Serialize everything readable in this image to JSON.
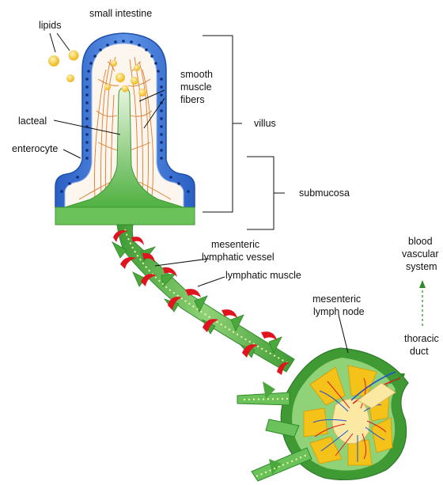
{
  "labels": {
    "small_intestine": "small intestine",
    "lipids": "lipids",
    "smooth_muscle_fibers": [
      "smooth",
      "muscle",
      "fibers"
    ],
    "lacteal": "lacteal",
    "enterocyte": "enterocyte",
    "villus": "villus",
    "submucosa": "submucosa",
    "mesenteric_lymphatic_vessel": [
      "mesenteric",
      "lymphatic vessel"
    ],
    "lymphatic_muscle": "lymphatic muscle",
    "mesenteric_lymph_node": [
      "mesenteric",
      "lymph node"
    ],
    "blood_vascular_system": [
      "blood",
      "vascular",
      "system"
    ],
    "thoracic_duct": [
      "thoracic",
      "duct"
    ]
  },
  "colors": {
    "epithelium": "#2f6fd6",
    "epithelium_light": "#8fb4ee",
    "nuclei": "#0d2f7a",
    "lacteal_green": "#5dbb4a",
    "lacteal_light": "#b9e3a6",
    "fibers": "#e07a2a",
    "lipid": "#f5c83a",
    "muscle_red": "#e0141e",
    "node_dark": "#2e8a2a",
    "node_yellow": "#f5c21a",
    "node_pale": "#fbe9a3"
  }
}
